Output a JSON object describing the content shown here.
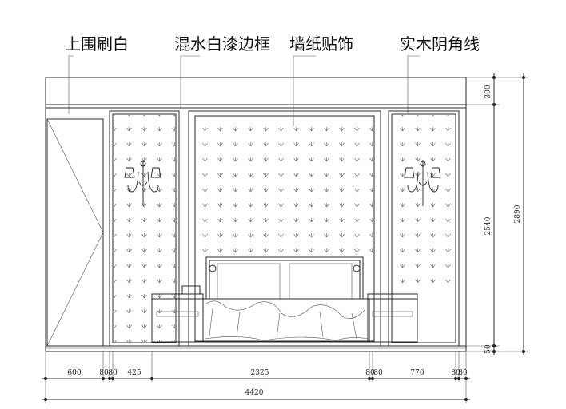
{
  "callouts": {
    "top_paint": "上围刷白",
    "frame_paint": "混水白漆边框",
    "wallpaper": "墙纸贴饰",
    "wood_line": "实木阴角线"
  },
  "dims_bottom": [
    "600",
    "80",
    "80",
    "425",
    "2325",
    "80",
    "80",
    "770",
    "80",
    "80"
  ],
  "dim_total": "4420",
  "dims_right": [
    "300",
    "2540",
    "50"
  ],
  "dim_height": "2890",
  "colors": {
    "line": "#2a2a2a",
    "hatch": "#888888"
  }
}
